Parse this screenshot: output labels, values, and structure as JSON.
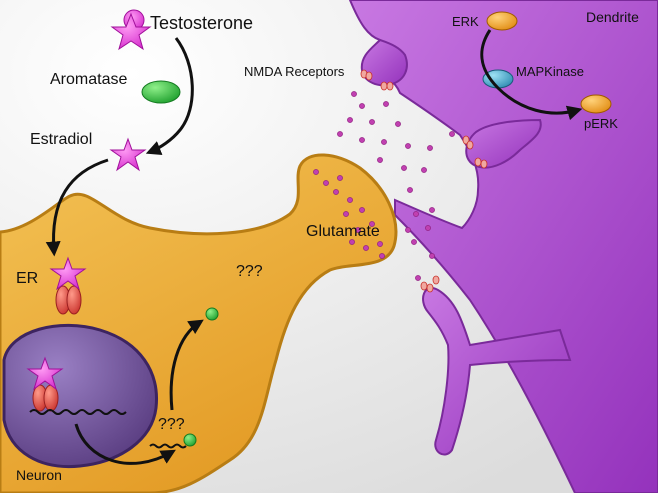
{
  "labels": {
    "testosterone": "Testosterone",
    "aromatase": "Aromatase",
    "estradiol": "Estradiol",
    "er": "ER",
    "nmda_receptors": "NMDA Receptors",
    "glutamate": "Glutamate",
    "unknown_top": "???",
    "unknown_bottom": "???",
    "neuron": "Neuron",
    "dendrite": "Dendrite",
    "erk": "ERK",
    "mapkinase": "MAPKinase",
    "perk": "pERK"
  },
  "colors": {
    "background": "#f3f3f3",
    "neuron": "#e8a834",
    "neuron_outline": "#b87d14",
    "nucleus": "#6a4a96",
    "dendrite": "#a44ac8",
    "dendrite_outline": "#7a2a9a",
    "hormone": "#e040d8",
    "receptor": "#e0504a",
    "aromatase": "#2ab83a",
    "erk": "#f0a020",
    "mapkinase": "#3aa8c8",
    "vesicle_dot": "#c040b0",
    "arrow": "#111111",
    "neuron_label": "#c78a2a",
    "dendrite_label": "#9a2ab0"
  }
}
